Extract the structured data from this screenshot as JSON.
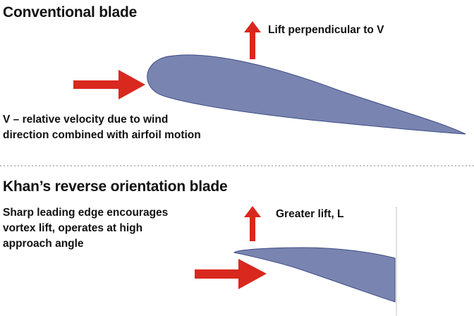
{
  "top_section": {
    "heading": "Conventional blade",
    "lift_label": "Lift  perpendicular to V",
    "velocity_line1": "V – relative velocity due to wind",
    "velocity_line2": "direction combined with airfoil motion"
  },
  "bottom_section": {
    "heading": "Khan’s reverse orientation blade",
    "description_line1": "Sharp leading edge encourages",
    "description_line2": "vortex lift, operates at high",
    "description_line3": "approach angle",
    "lift_label": "Greater lift, L"
  },
  "colors": {
    "airfoil_fill": "#7985b0",
    "airfoil_stroke": "#3c4a86",
    "arrow": "#d9281e",
    "divider": "#aaaaaa",
    "text": "#111111"
  }
}
